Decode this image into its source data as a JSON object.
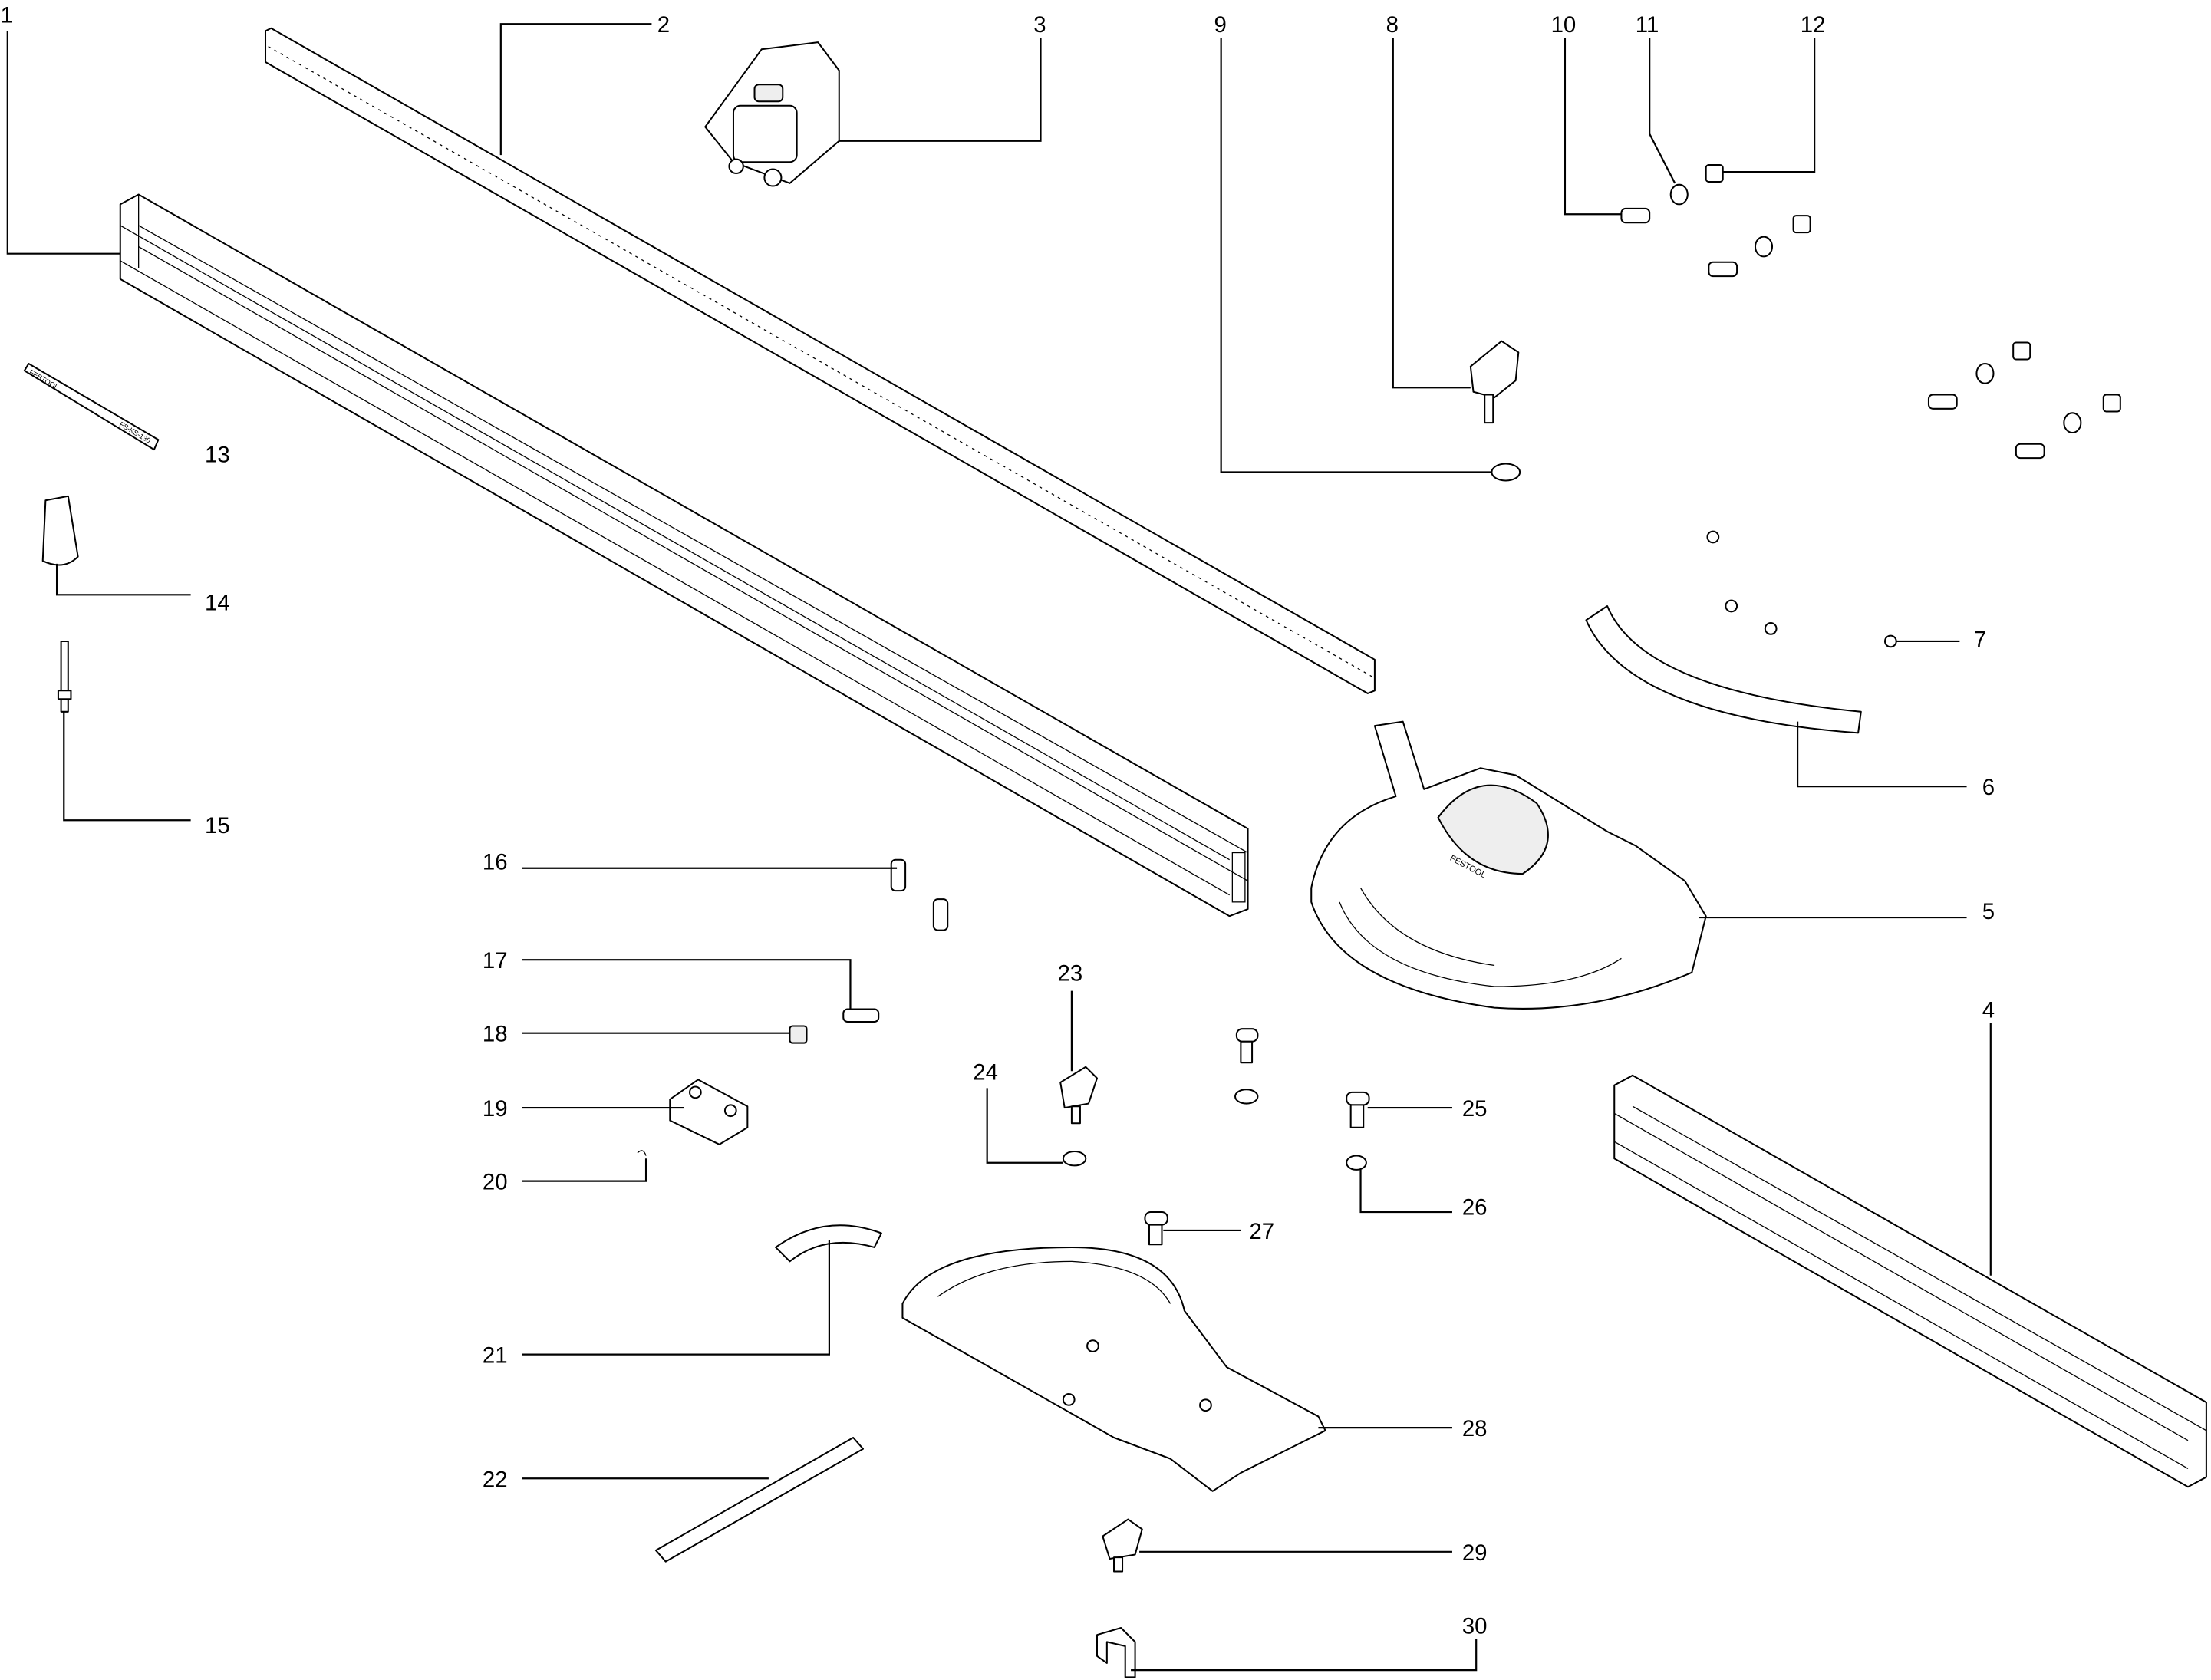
{
  "diagram": {
    "type": "exploded-parts-diagram",
    "brand_marks": [
      "FESTOOL"
    ],
    "nameplate_text": [
      "FESTOOL",
      "FS-KS-130"
    ],
    "labels": [
      "1",
      "2",
      "3",
      "4",
      "5",
      "6",
      "7",
      "8",
      "9",
      "10",
      "11",
      "12",
      "13",
      "14",
      "15",
      "16",
      "17",
      "18",
      "19",
      "20",
      "21",
      "22",
      "23",
      "24",
      "25",
      "26",
      "27",
      "28",
      "29",
      "30"
    ]
  }
}
